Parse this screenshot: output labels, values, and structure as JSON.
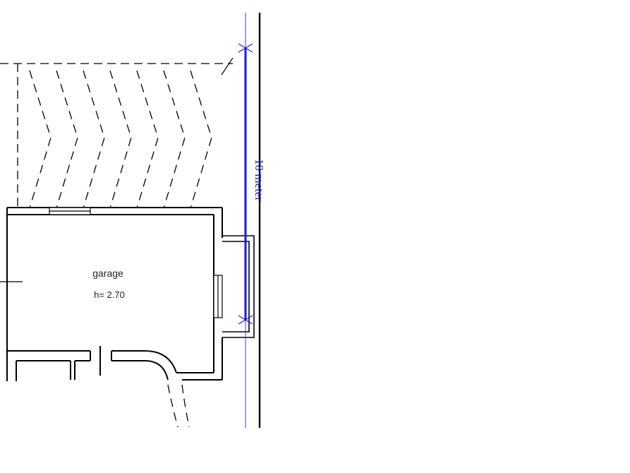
{
  "room": {
    "name": "garage",
    "height_label": "h= 2.70"
  },
  "dimension": {
    "label": "10 meter",
    "color": "#1a1adb"
  },
  "colors": {
    "wall": "#000000",
    "background": "#ffffff"
  }
}
